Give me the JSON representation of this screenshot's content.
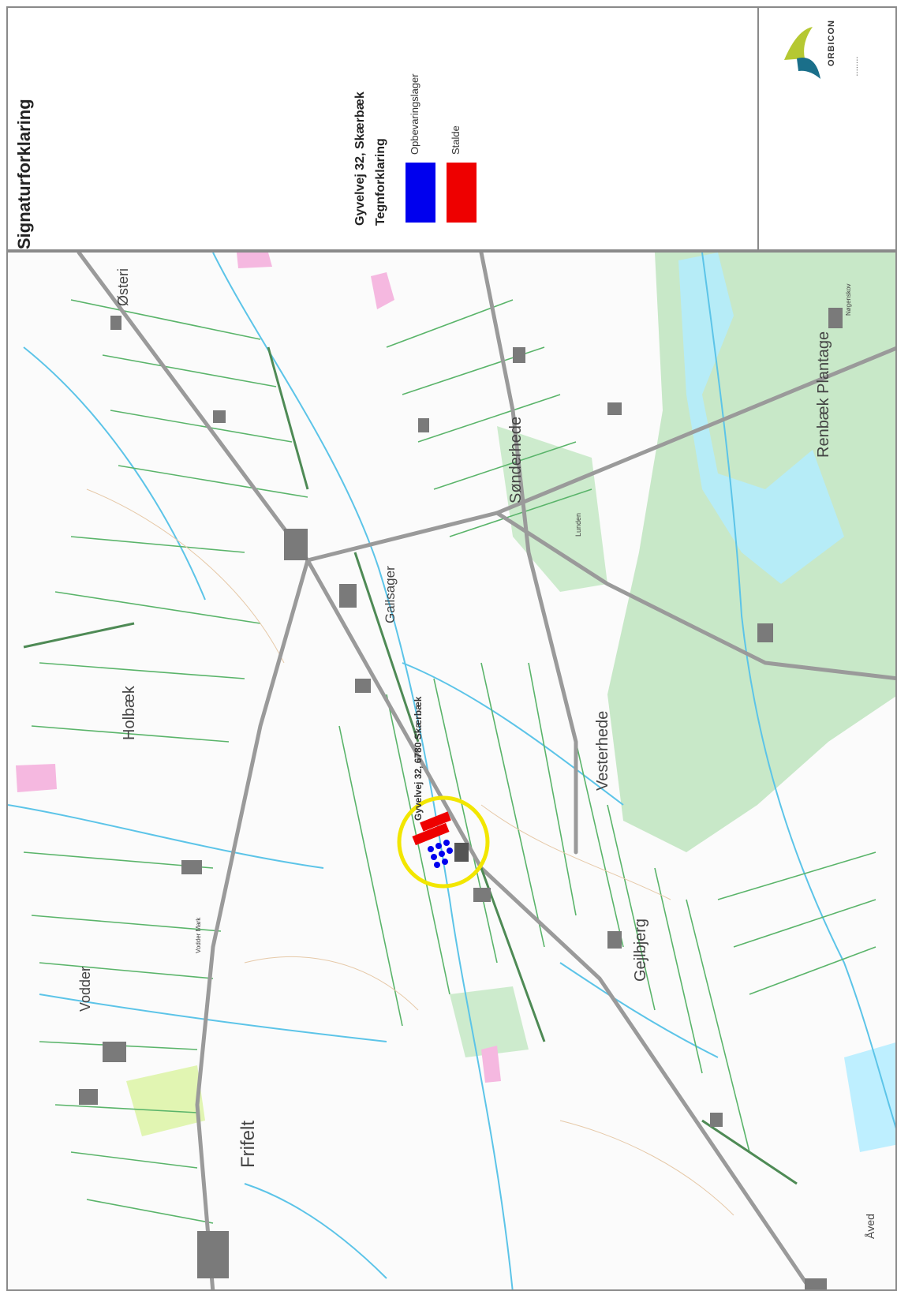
{
  "legend": {
    "title": "Signaturforklaring",
    "project": "Gyvelvej 32, Skærbæk",
    "subtitle": "Tegnforklaring",
    "items": [
      {
        "label": "Opbevaringslager",
        "color": "#0000ee"
      },
      {
        "label": "Stalde",
        "color": "#ee0000"
      }
    ]
  },
  "company": {
    "name": "ORBICON",
    "logo": "orbicon-logo"
  },
  "map": {
    "place_labels": [
      "Østeri",
      "Holbæk",
      "Gallsager",
      "Sønderhede",
      "Vesterhede",
      "Renbæk Plantage",
      "Vodder",
      "Frifelt",
      "Gejlbjerg",
      "Åved",
      "Lunden",
      "Vodder Mark",
      "Nøgenskov"
    ],
    "site_label": "Gyvelvej 32, 6780 Skærbæk",
    "highlight_color": "#f2e600"
  }
}
